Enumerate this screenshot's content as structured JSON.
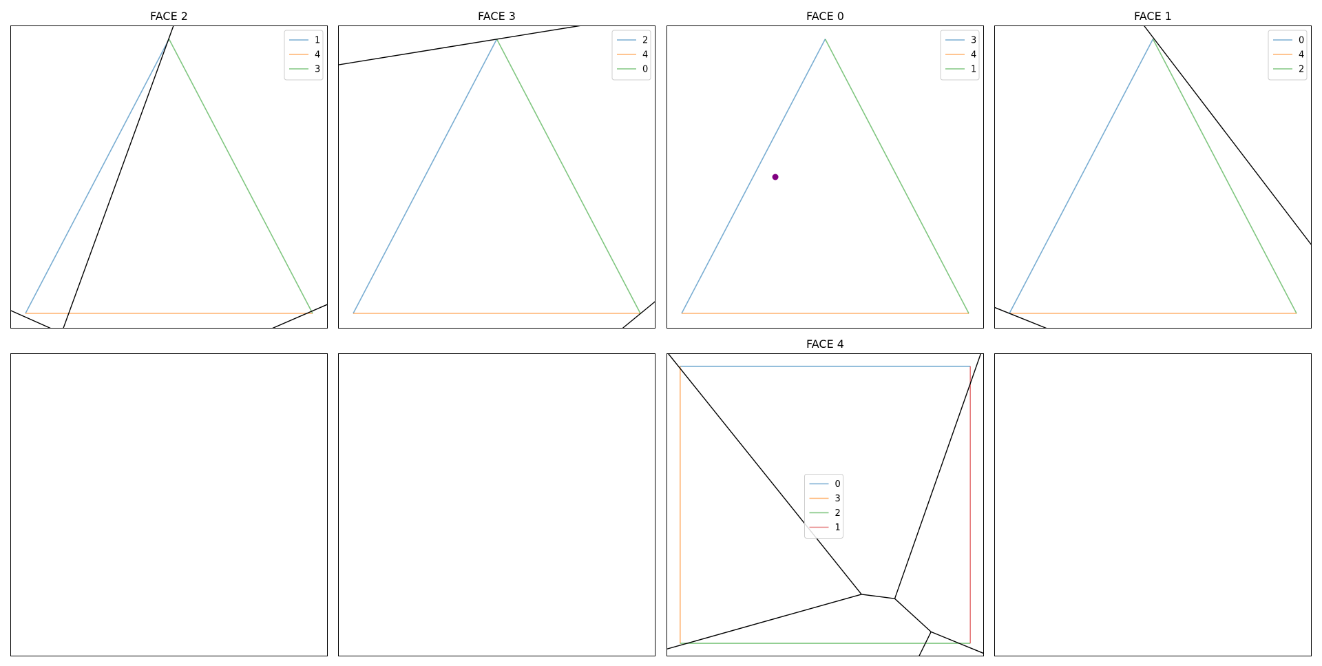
{
  "colors": {
    "series": [
      "#1f77b4",
      "#ff7f0e",
      "#2ca02c",
      "#d62728"
    ],
    "voronoi": "#000000",
    "marker": "#800080",
    "frame": "#000000"
  },
  "chart_data": [
    {
      "type": "line",
      "title": "FACE 2",
      "xlim": [
        -1.05,
        1.05
      ],
      "ylim": [
        -0.55,
        1.45
      ],
      "grid": false,
      "legend": "top-right",
      "series": [
        {
          "name": "1",
          "x": [
            -0.95,
            0.0
          ],
          "y": [
            -0.45,
            1.36
          ]
        },
        {
          "name": "4",
          "x": [
            -0.95,
            0.95
          ],
          "y": [
            -0.45,
            -0.45
          ]
        },
        {
          "name": "3",
          "x": [
            0.0,
            0.95
          ],
          "y": [
            1.36,
            -0.45
          ]
        }
      ],
      "voronoi_edges": [
        {
          "x": [
            -0.7,
            0.03
          ],
          "y": [
            -0.55,
            1.45
          ]
        },
        {
          "x": [
            -1.05,
            -0.78
          ],
          "y": [
            -0.43,
            -0.55
          ]
        },
        {
          "x": [
            0.68,
            1.05
          ],
          "y": [
            -0.55,
            -0.39
          ]
        }
      ],
      "points": []
    },
    {
      "type": "line",
      "title": "FACE 3",
      "xlim": [
        -1.05,
        1.05
      ],
      "ylim": [
        -0.55,
        1.45
      ],
      "grid": false,
      "legend": "top-right",
      "series": [
        {
          "name": "2",
          "x": [
            -0.95,
            0.0
          ],
          "y": [
            -0.45,
            1.36
          ]
        },
        {
          "name": "4",
          "x": [
            -0.95,
            0.95
          ],
          "y": [
            -0.45,
            -0.45
          ]
        },
        {
          "name": "0",
          "x": [
            0.0,
            0.95
          ],
          "y": [
            1.36,
            -0.45
          ]
        }
      ],
      "voronoi_edges": [
        {
          "x": [
            -1.05,
            0.56
          ],
          "y": [
            1.19,
            1.45
          ]
        },
        {
          "x": [
            0.83,
            1.05
          ],
          "y": [
            -0.55,
            -0.37
          ]
        }
      ],
      "points": []
    },
    {
      "type": "line",
      "title": "FACE 0",
      "xlim": [
        -1.05,
        1.05
      ],
      "ylim": [
        -0.55,
        1.45
      ],
      "grid": false,
      "legend": "top-right",
      "series": [
        {
          "name": "3",
          "x": [
            -0.95,
            0.0
          ],
          "y": [
            -0.45,
            1.36
          ]
        },
        {
          "name": "4",
          "x": [
            -0.95,
            0.95
          ],
          "y": [
            -0.45,
            -0.45
          ]
        },
        {
          "name": "1",
          "x": [
            0.0,
            0.95
          ],
          "y": [
            1.36,
            -0.45
          ]
        }
      ],
      "voronoi_edges": [],
      "points": [
        {
          "x": -0.33,
          "y": 0.45
        }
      ]
    },
    {
      "type": "line",
      "title": "FACE 1",
      "xlim": [
        -1.05,
        1.05
      ],
      "ylim": [
        -0.55,
        1.45
      ],
      "grid": false,
      "legend": "top-right",
      "series": [
        {
          "name": "0",
          "x": [
            -0.95,
            0.0
          ],
          "y": [
            -0.45,
            1.36
          ]
        },
        {
          "name": "4",
          "x": [
            -0.95,
            0.95
          ],
          "y": [
            -0.45,
            -0.45
          ]
        },
        {
          "name": "2",
          "x": [
            0.0,
            0.95
          ],
          "y": [
            1.36,
            -0.45
          ]
        }
      ],
      "voronoi_edges": [
        {
          "x": [
            -0.06,
            1.05
          ],
          "y": [
            1.45,
            0.0
          ]
        },
        {
          "x": [
            -1.05,
            -0.7
          ],
          "y": [
            -0.41,
            -0.55
          ]
        }
      ],
      "points": []
    },
    {
      "type": "empty",
      "title": "",
      "xlim": [
        0,
        1
      ],
      "ylim": [
        0,
        1
      ],
      "series": [],
      "voronoi_edges": [],
      "points": []
    },
    {
      "type": "empty",
      "title": "",
      "xlim": [
        0,
        1
      ],
      "ylim": [
        0,
        1
      ],
      "series": [],
      "voronoi_edges": [],
      "points": []
    },
    {
      "type": "line",
      "title": "FACE 4",
      "xlim": [
        -1.05,
        1.05
      ],
      "ylim": [
        -1.05,
        1.05
      ],
      "grid": false,
      "legend": "center",
      "series": [
        {
          "name": "0",
          "x": [
            -0.96,
            0.96
          ],
          "y": [
            0.96,
            0.96
          ]
        },
        {
          "name": "3",
          "x": [
            -0.96,
            -0.96
          ],
          "y": [
            0.96,
            -0.96
          ]
        },
        {
          "name": "2",
          "x": [
            -0.96,
            0.96
          ],
          "y": [
            -0.96,
            -0.96
          ]
        },
        {
          "name": "1",
          "x": [
            0.96,
            0.96
          ],
          "y": [
            0.96,
            -0.96
          ]
        }
      ],
      "voronoi_edges": [
        {
          "x": [
            -1.04,
            0.24
          ],
          "y": [
            1.05,
            -0.62
          ]
        },
        {
          "x": [
            0.24,
            0.46
          ],
          "y": [
            -0.62,
            -0.65
          ]
        },
        {
          "x": [
            0.46,
            1.03
          ],
          "y": [
            -0.65,
            1.05
          ]
        },
        {
          "x": [
            0.24,
            -1.05
          ],
          "y": [
            -0.62,
            -1.0
          ]
        },
        {
          "x": [
            0.46,
            0.7
          ],
          "y": [
            -0.65,
            -0.88
          ]
        },
        {
          "x": [
            0.7,
            1.05
          ],
          "y": [
            -0.88,
            -1.03
          ]
        },
        {
          "x": [
            0.7,
            0.62
          ],
          "y": [
            -0.88,
            -1.05
          ]
        }
      ],
      "points": []
    },
    {
      "type": "empty",
      "title": "",
      "xlim": [
        0,
        1
      ],
      "ylim": [
        0,
        1
      ],
      "series": [],
      "voronoi_edges": [],
      "points": []
    }
  ]
}
